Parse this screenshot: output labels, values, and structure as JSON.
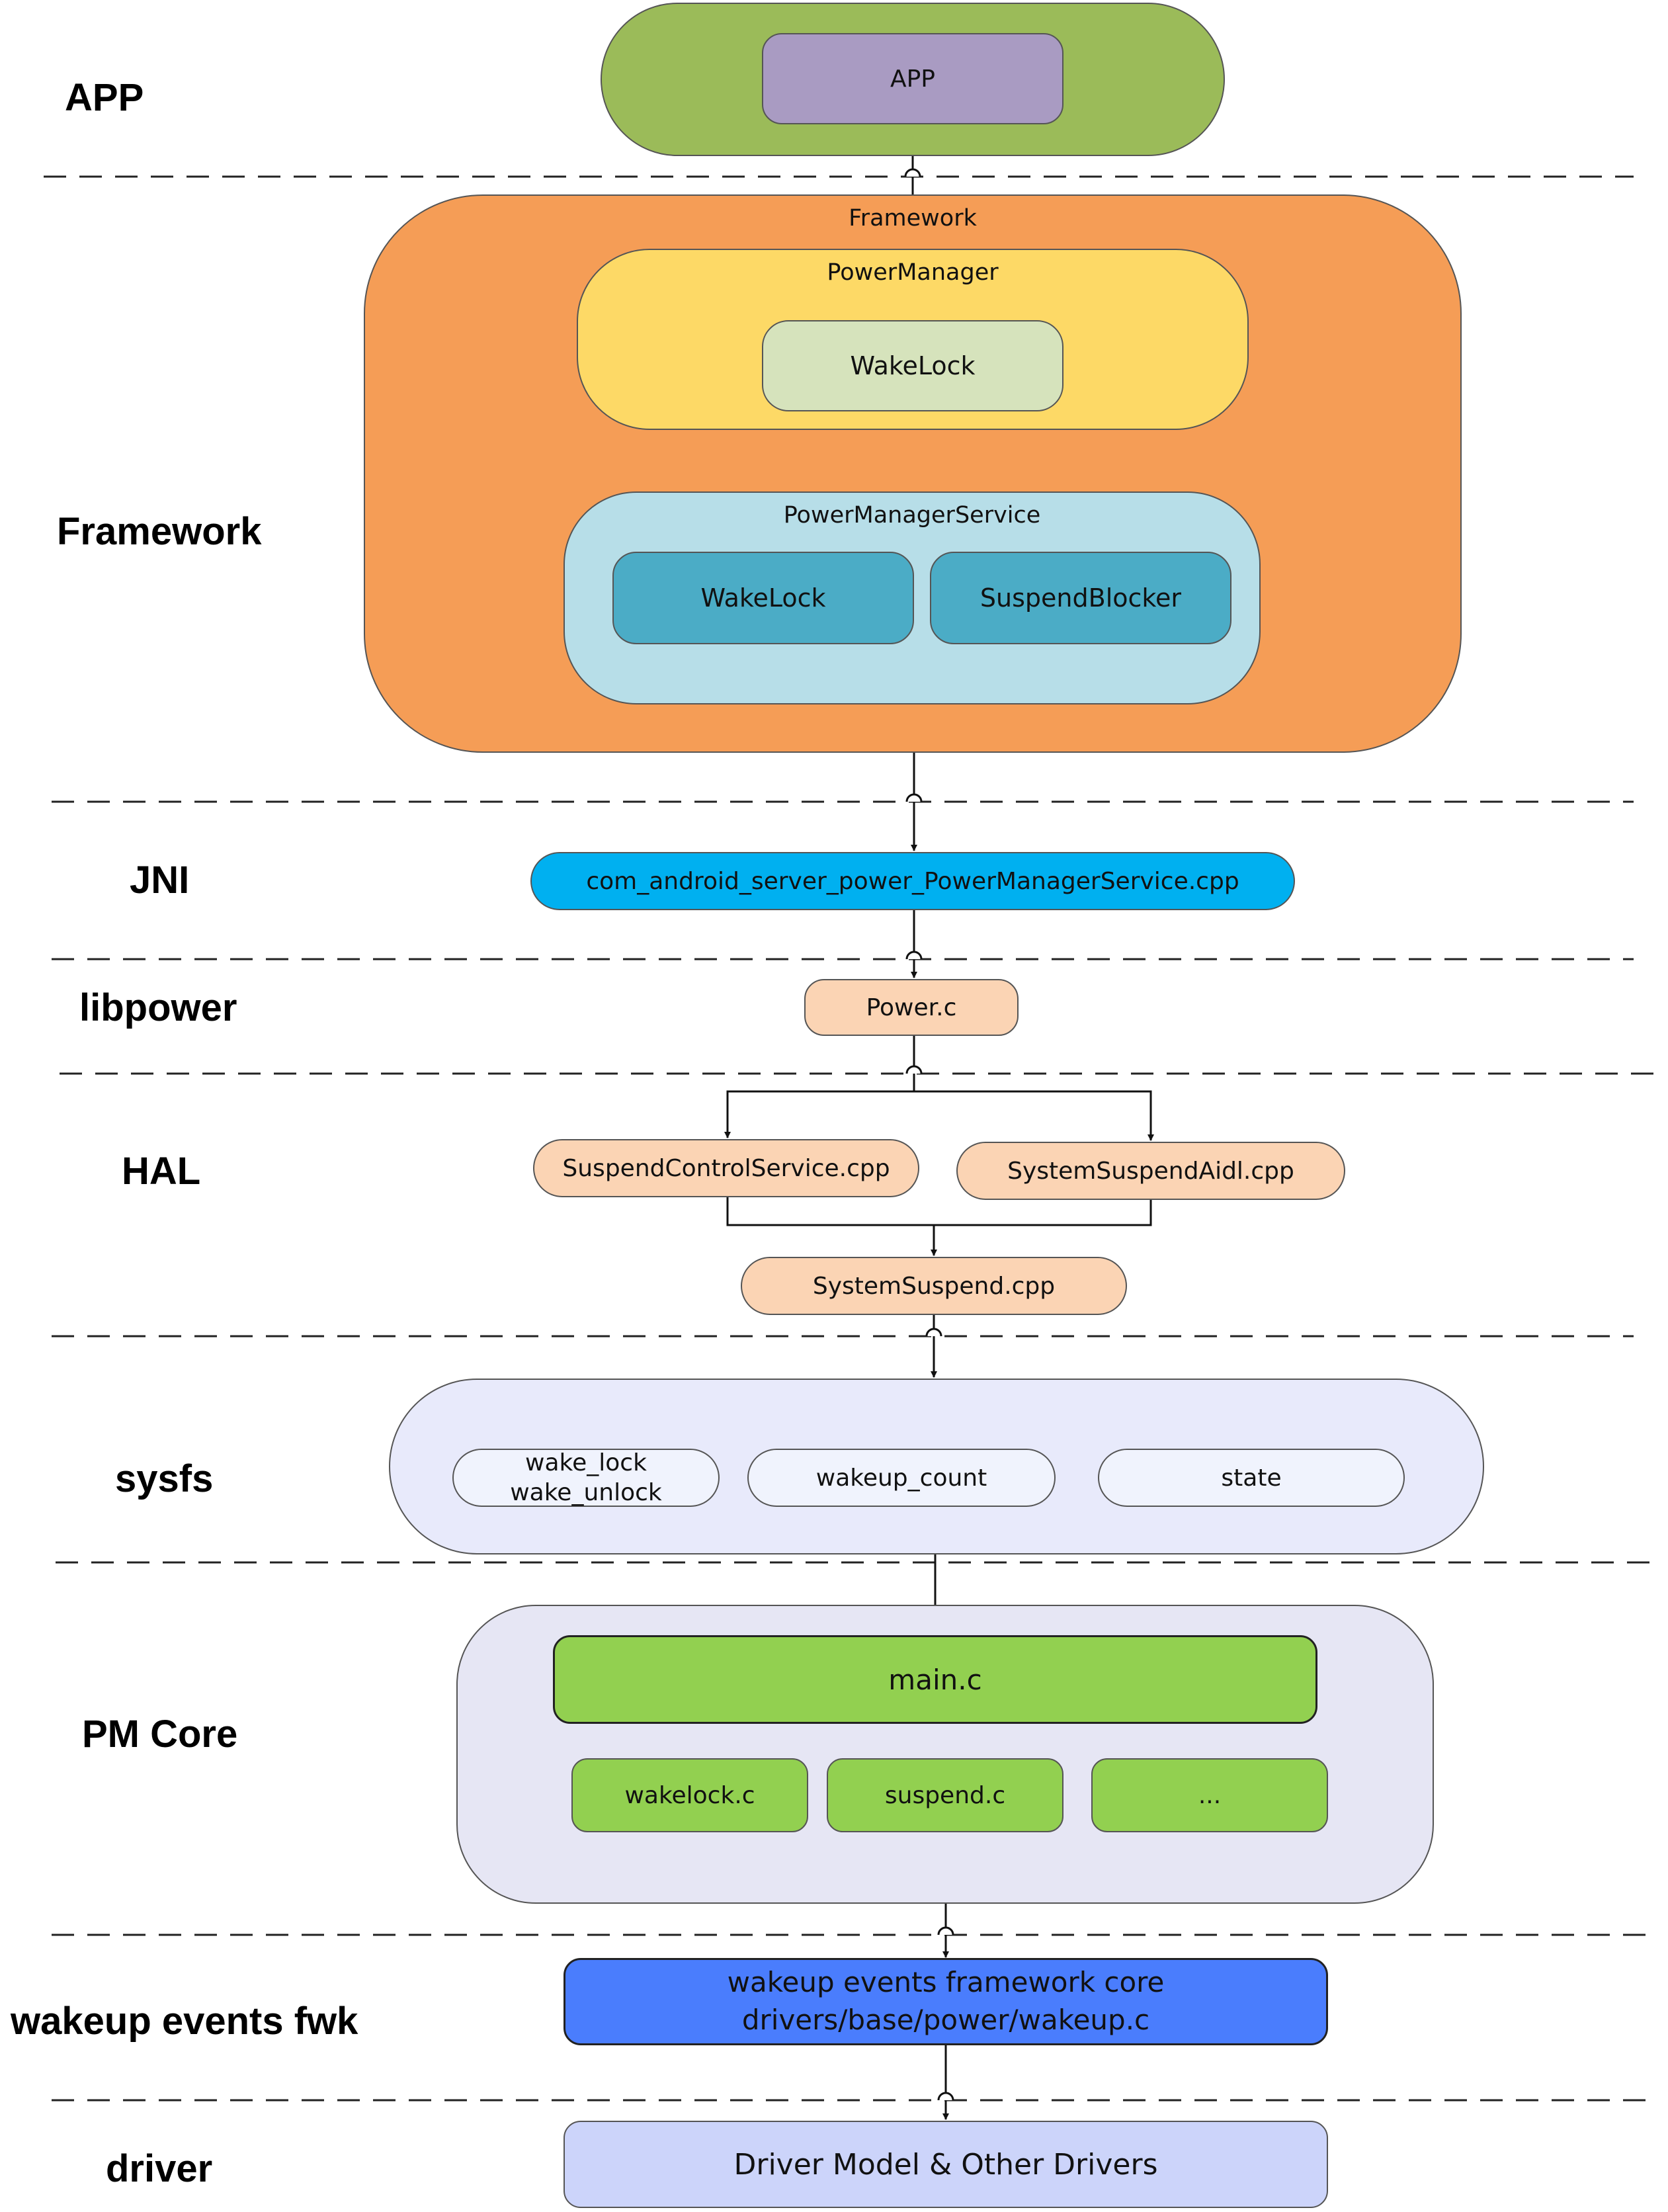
{
  "layers": {
    "app": "APP",
    "framework": "Framework",
    "jni": "JNI",
    "libpower": "libpower",
    "hal": "HAL",
    "sysfs": "sysfs",
    "pmcore": "PM Core",
    "wakeup": "wakeup events fwk",
    "driver": "driver"
  },
  "app": {
    "label": "APP"
  },
  "framework": {
    "title": "Framework",
    "power_manager": {
      "title": "PowerManager",
      "wakelock": "WakeLock"
    },
    "pms": {
      "title": "PowerManagerService",
      "wakelock": "WakeLock",
      "suspend_blocker": "SuspendBlocker"
    }
  },
  "jni": {
    "label": "com_android_server_power_PowerManagerService.cpp"
  },
  "libpower": {
    "label": "Power.c"
  },
  "hal": {
    "suspend_control": "SuspendControlService.cpp",
    "system_suspend_aidl": "SystemSuspendAidl.cpp",
    "system_suspend": "SystemSuspend.cpp"
  },
  "sysfs": {
    "wake_lock": "wake_lock",
    "wake_unlock": "wake_unlock",
    "wakeup_count": "wakeup_count",
    "state": "state"
  },
  "pmcore": {
    "main": "main.c",
    "wakelock": "wakelock.c",
    "suspend": "suspend.c",
    "more": "..."
  },
  "wakeup": {
    "line1": "wakeup events framework core",
    "line2": "drivers/base/power/wakeup.c"
  },
  "driver": {
    "label": "Driver Model & Other Drivers"
  },
  "colors": {
    "app_outer": "#9BBB59",
    "app_inner": "#A99BC2",
    "framework": "#F59D56",
    "power_manager": "#FDD966",
    "pm_wakelock": "#D6E3BC",
    "pms": "#B7DEE8",
    "pms_inner": "#4BACC6",
    "jni": "#00B0F0",
    "peach": "#FBD4B4",
    "sysfs": "#E8EAFB",
    "sysfs_item": "#F0F3FD",
    "pmcore": "#E6E6F4",
    "green": "#92D050",
    "wakeup": "#4A7DFD",
    "driver": "#CCD4FA"
  }
}
